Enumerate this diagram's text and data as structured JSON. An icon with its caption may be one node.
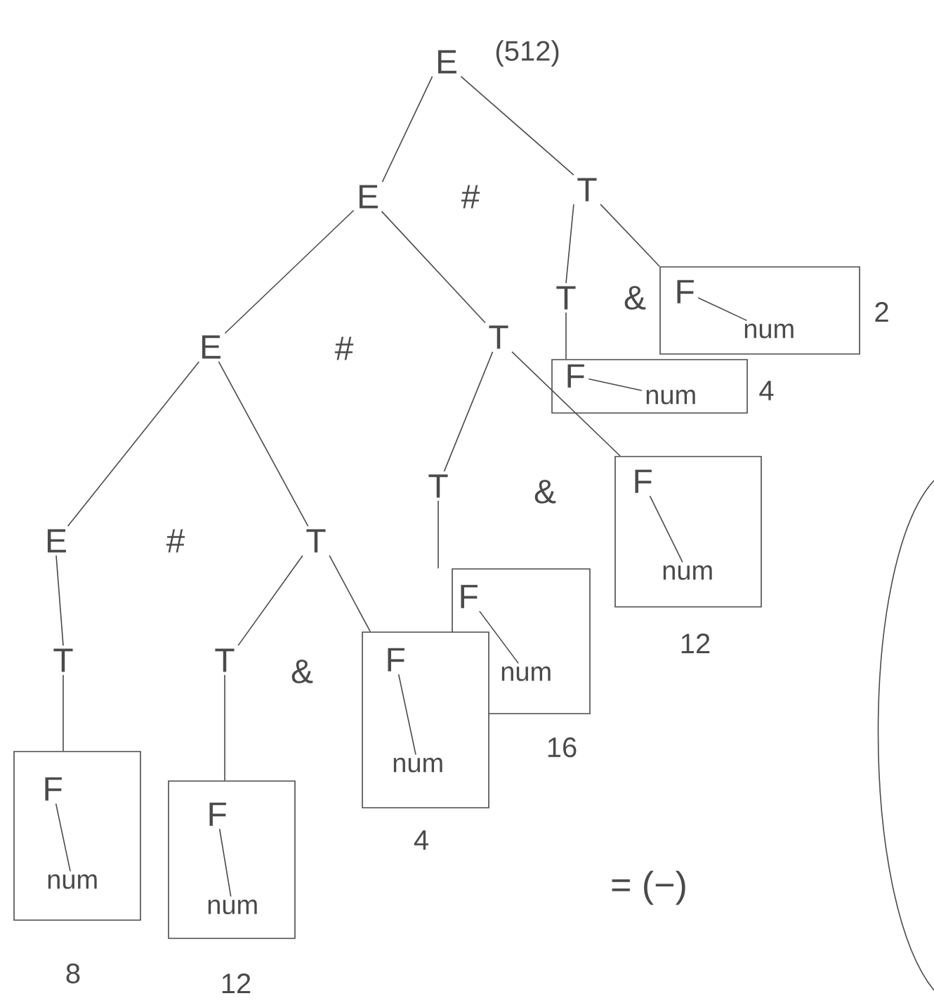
{
  "diagram": {
    "nodes": [
      {
        "text": [
          "E"
        ],
        "beside": [
          "(512)"
        ]
      },
      {
        "text": [
          "E"
        ]
      },
      {
        "text": [
          "#"
        ]
      },
      {
        "text": [
          "T"
        ]
      },
      {
        "text": [
          "T"
        ]
      },
      {
        "text": [
          "&"
        ]
      },
      {
        "text": [],
        "shape": "box",
        "beside": [
          "2"
        ]
      },
      {
        "text": [
          "F"
        ],
        "in": 6
      },
      {
        "text": [
          "num"
        ],
        "in": 6
      },
      {
        "text": [
          "E"
        ]
      },
      {
        "text": [
          "#"
        ]
      },
      {
        "text": [
          "T"
        ]
      },
      {
        "text": [],
        "shape": "box",
        "beside": [
          "4"
        ]
      },
      {
        "text": [
          "F"
        ],
        "in": 12
      },
      {
        "text": [
          "num"
        ],
        "in": 12
      },
      {
        "text": [
          "T"
        ]
      },
      {
        "text": [
          "&"
        ]
      },
      {
        "text": [],
        "shape": "box",
        "beside": [
          "12"
        ]
      },
      {
        "text": [
          "F"
        ],
        "in": 17
      },
      {
        "text": [
          "num"
        ],
        "in": 17
      },
      {
        "text": [
          "E"
        ]
      },
      {
        "text": [
          "#"
        ]
      },
      {
        "text": [
          "T"
        ]
      },
      {
        "text": [],
        "shape": "box",
        "beside": [
          "16"
        ]
      },
      {
        "text": [
          "F"
        ],
        "in": 23
      },
      {
        "text": [
          "num"
        ],
        "in": 23
      },
      {
        "text": [
          "T"
        ]
      },
      {
        "text": [
          "T"
        ]
      },
      {
        "text": [
          "&"
        ]
      },
      {
        "text": [],
        "shape": "box",
        "beside": [
          "4"
        ]
      },
      {
        "text": [
          "F"
        ],
        "in": 29
      },
      {
        "text": [
          "num"
        ],
        "in": 29
      },
      {
        "text": [],
        "shape": "box",
        "beside": [
          "8"
        ]
      },
      {
        "text": [
          "F"
        ],
        "in": 32
      },
      {
        "text": [
          "num"
        ],
        "in": 32
      },
      {
        "text": [],
        "shape": "box",
        "beside": [
          "12"
        ]
      },
      {
        "text": [
          "F"
        ],
        "in": 35
      },
      {
        "text": [
          "num"
        ],
        "in": 35
      }
    ],
    "edges": [
      {
        "from": 0,
        "to": 1,
        "arrow": "none"
      },
      {
        "from": 0,
        "to": 3,
        "arrow": "none"
      },
      {
        "from": 1,
        "to": 9,
        "arrow": "none"
      },
      {
        "from": 1,
        "to": 11,
        "arrow": "none"
      },
      {
        "from": 3,
        "to": 4,
        "arrow": "none"
      },
      {
        "from": 3,
        "to": 6,
        "arrow": "none"
      },
      {
        "from": 4,
        "to": 12,
        "arrow": "none"
      },
      {
        "from": 11,
        "to": 15,
        "arrow": "none"
      },
      {
        "from": 11,
        "to": 17,
        "arrow": "none"
      },
      {
        "from": 15,
        "to": 23,
        "arrow": "none"
      },
      {
        "from": 9,
        "to": 20,
        "arrow": "none"
      },
      {
        "from": 9,
        "to": 22,
        "arrow": "none"
      },
      {
        "from": 20,
        "to": 26,
        "arrow": "none"
      },
      {
        "from": 26,
        "to": 32,
        "arrow": "none"
      },
      {
        "from": 22,
        "to": 27,
        "arrow": "none"
      },
      {
        "from": 22,
        "to": 29,
        "arrow": "none"
      },
      {
        "from": 27,
        "to": 35,
        "arrow": "none"
      },
      {
        "from": 7,
        "to": 8,
        "arrow": "none"
      },
      {
        "from": 13,
        "to": 14,
        "arrow": "none"
      },
      {
        "from": 18,
        "to": 19,
        "arrow": "none"
      },
      {
        "from": 24,
        "to": 25,
        "arrow": "none"
      },
      {
        "from": 30,
        "to": 31,
        "arrow": "none"
      },
      {
        "from": 33,
        "to": 34,
        "arrow": "none"
      },
      {
        "from": 36,
        "to": 37,
        "arrow": "none"
      }
    ],
    "labels": [
      "= (−)"
    ]
  }
}
